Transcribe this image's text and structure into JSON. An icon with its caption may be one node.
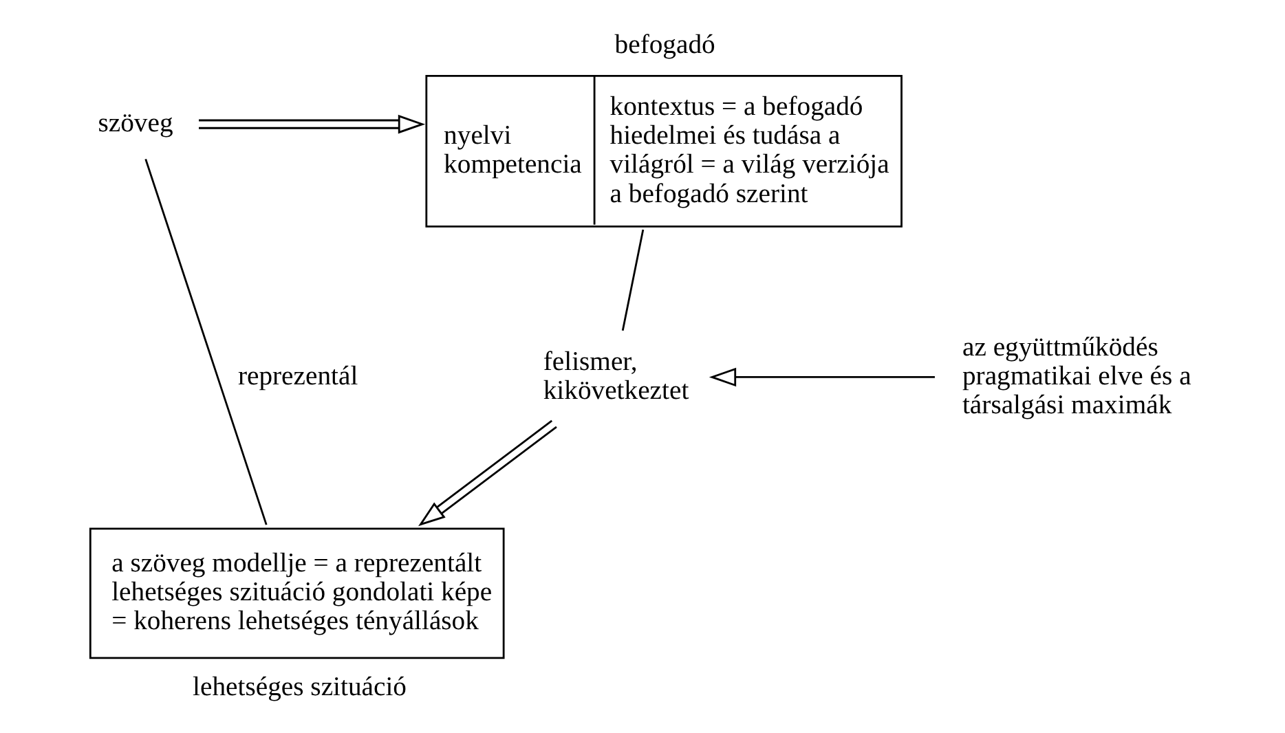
{
  "diagram": {
    "nodes": [
      {
        "text": [
          "nyelvi kompetencia",
          "kontextus = a befogadó hiedelmei és tudása a világról = a világ verziója a befogadó szerint"
        ],
        "beside": [
          "befogadó"
        ]
      },
      {
        "text": [
          "szöveg"
        ]
      },
      {
        "text": [
          "felismer, kikövetkeztet"
        ]
      },
      {
        "text": [
          "a szöveg modellje = a reprezentált lehetséges szituáció gondolati képe = koherens lehetséges tényállások"
        ],
        "beside": [
          "lehetséges szituáció"
        ]
      },
      {
        "text": [
          "az együttműködés pragmatikai elve és a társalgási maximák"
        ]
      }
    ],
    "edges": [
      {
        "from": 1,
        "to": 0,
        "arrow": "to"
      },
      {
        "from": 0,
        "to": 2,
        "arrow": "none"
      },
      {
        "from": 2,
        "to": 3,
        "arrow": "to"
      },
      {
        "from": 4,
        "to": 2,
        "arrow": "to"
      },
      {
        "from": 1,
        "to": 3,
        "arrow": "none",
        "label": "reprezentál"
      }
    ]
  }
}
